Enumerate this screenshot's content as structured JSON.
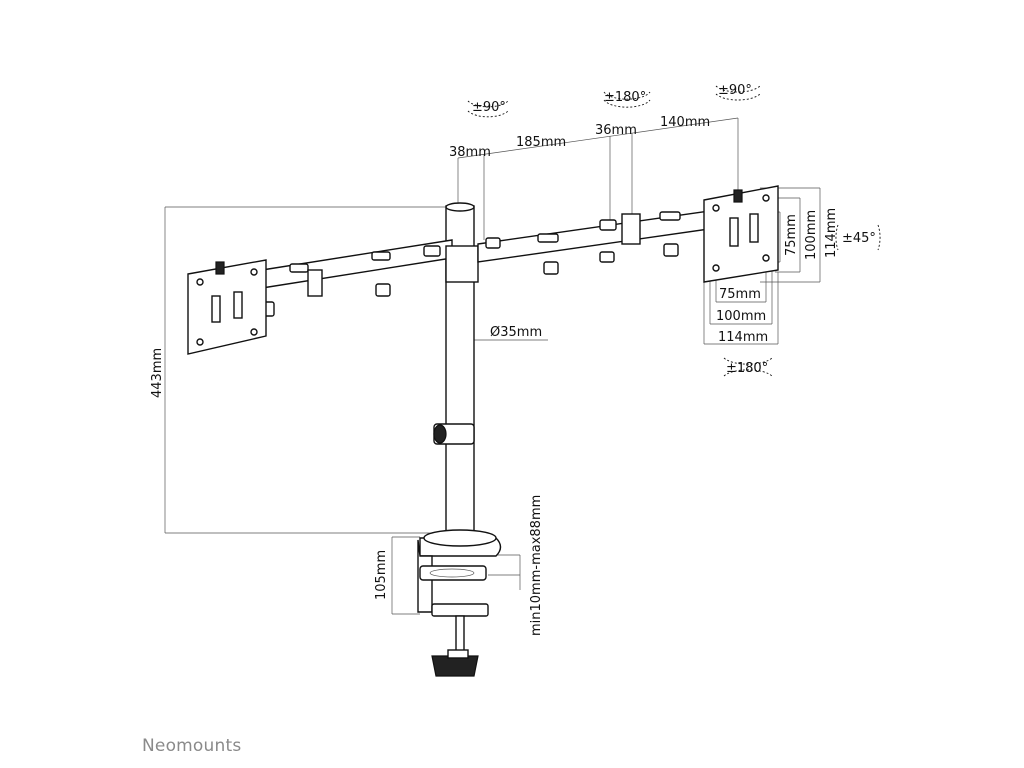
{
  "brand": "Neomounts",
  "dimensions": {
    "height_total": "443mm",
    "clamp_height": "105mm",
    "desk_thickness": "min10mm-max88mm",
    "pole_diameter": "Ø35mm",
    "arm_seg_1": "38mm",
    "arm_seg_2": "185mm",
    "arm_seg_3": "36mm",
    "arm_seg_4": "140mm",
    "vesa_h_75": "75mm",
    "vesa_h_100": "100mm",
    "vesa_h_114": "114mm",
    "vesa_v_75": "75mm",
    "vesa_v_100": "100mm",
    "vesa_v_114": "114mm"
  },
  "rotations": {
    "pole": "±90°",
    "mid_joint": "±180°",
    "end_joint": "±90°",
    "tilt": "±45°",
    "rotate": "±180°"
  },
  "colors": {
    "line": "#111111",
    "brand_text": "#8a8a8a"
  }
}
